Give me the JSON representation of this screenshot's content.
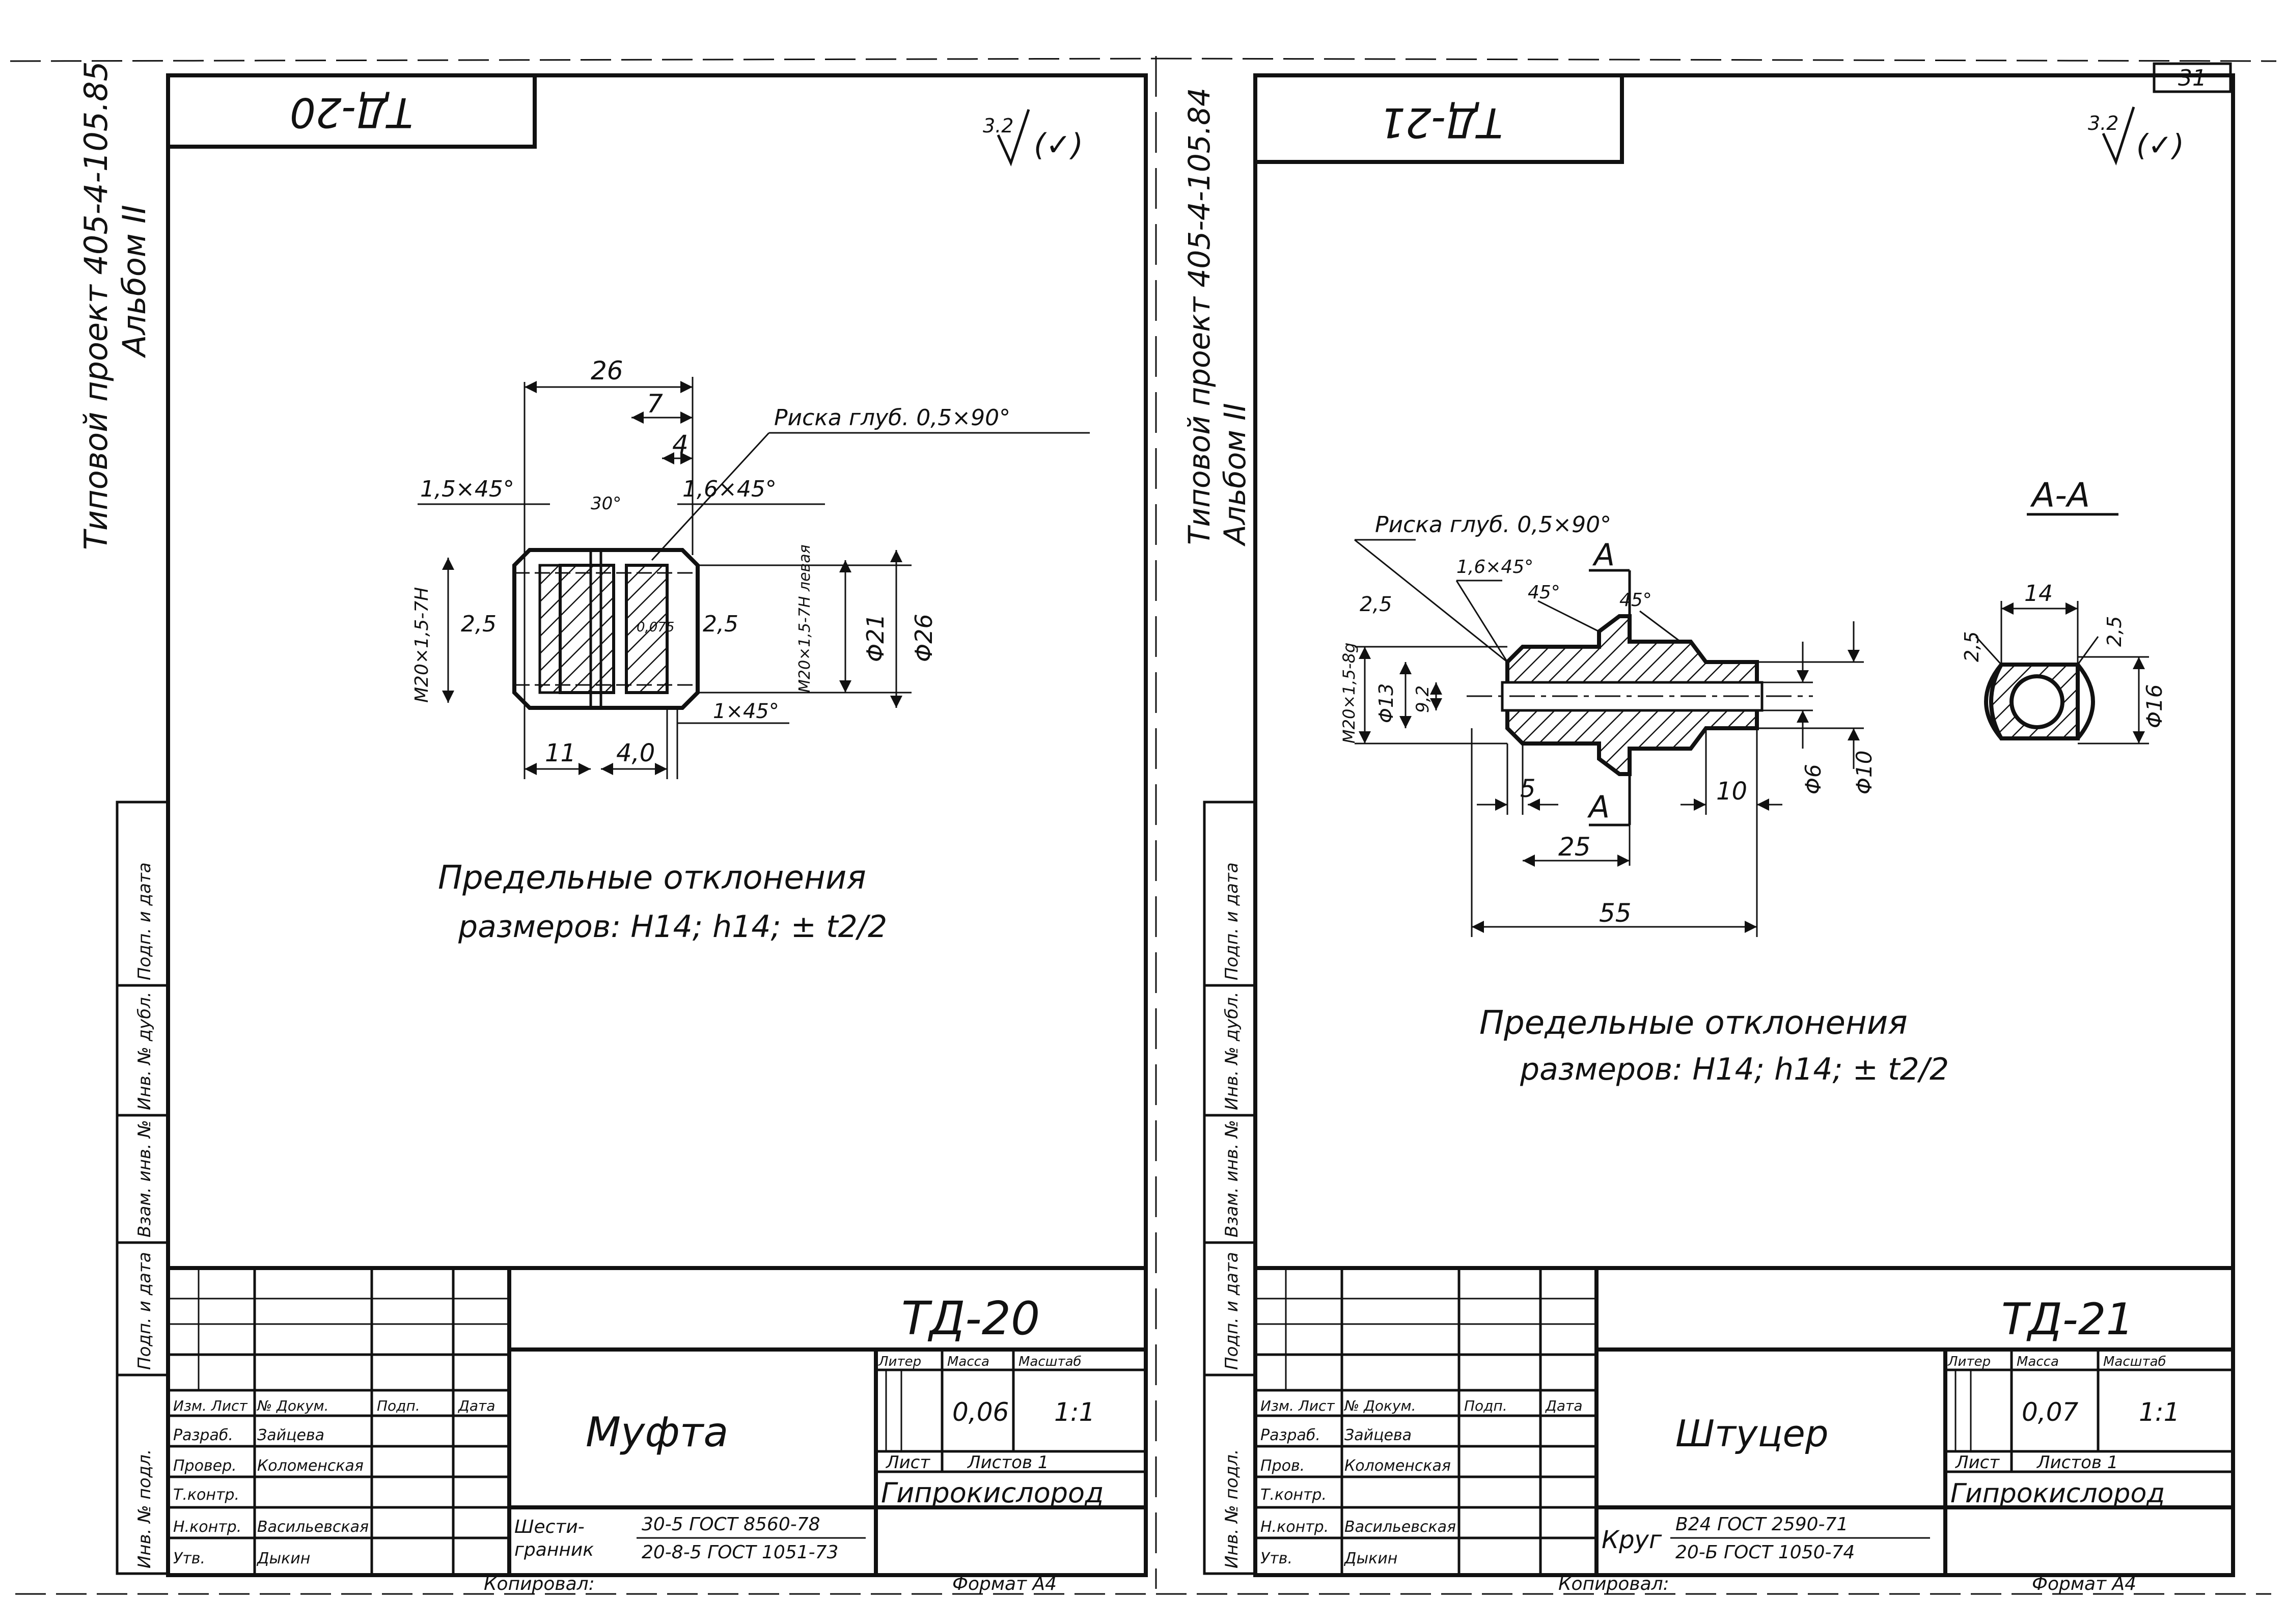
{
  "page_number": "31",
  "left_sheet": {
    "tag_top": "ТД-20",
    "roughness": "3.2",
    "roughness_note": "(✓)",
    "side_text_1": "Типовой проект 405-4-105.85",
    "side_text_2": "Альбом II",
    "dims": {
      "d26": "26",
      "d7": "7",
      "d4": "4",
      "risk": "Риска глуб. 0,5×90°",
      "ch15": "1,5×45°",
      "a30": "30°",
      "ch16": "1,6×45°",
      "thread_left": "М20×1,5-7Н",
      "r25a": "2,5",
      "r25b": "2,5",
      "thread_right": "М20×1,5-7Н левая",
      "dia21": "Φ21",
      "dia26": "Φ26",
      "ch1": "1×45°",
      "d11": "11",
      "d40": "4,0",
      "d075": "0,075"
    },
    "tolerance_line1": "Предельные отклонения",
    "tolerance_line2": "размеров: Н14; h14; ± t2/2",
    "title_block": {
      "designation": "ТД-20",
      "name": "Муфта",
      "lit_h": "Литер",
      "mass_h": "Масса",
      "scale_h": "Масштаб",
      "mass": "0,06",
      "scale": "1:1",
      "sheet_h": "Лист",
      "sheets_h": "Листов 1",
      "org": "Гипрокислород",
      "rows": [
        "Изм. Лист",
        "№ Докум.",
        "Подп.",
        "Дата"
      ],
      "razrab": "Разраб.",
      "razrab_name": "Зайцева",
      "prov": "Провер.",
      "prov_name": "Коломенская",
      "tkontr": "Т.контр.",
      "nkontr": "Н.контр.",
      "nkontr_name": "Васильевская",
      "utv": "Утв.",
      "utv_name": "Дыкин",
      "material_a": "Шести-",
      "material_b": "гранник",
      "material_c": "30-5 ГОСТ 8560-78",
      "material_d": "20-8-5 ГОСТ 1051-73",
      "copy": "Копировал:",
      "format": "Формат А4"
    },
    "stamp_col": [
      "Инв. № подл.",
      "Подп. и дата",
      "Взам. инв. №",
      "Инв. № дубл.",
      "Подп. и дата"
    ]
  },
  "right_sheet": {
    "tag_top": "ТД-21",
    "roughness": "3.2",
    "roughness_note": "(✓)",
    "side_text_1": "Типовой проект 405-4-105.84",
    "side_text_2": "Альбом II",
    "dims": {
      "risk": "Риска глуб. 0,5×90°",
      "ch16": "1,6×45°",
      "a45a": "45°",
      "a45b": "45°",
      "thread": "М20×1,5-8g",
      "r25": "2,5",
      "dia13": "Φ13",
      "d92": "9,2",
      "d5": "5",
      "secA1": "А",
      "secA2": "А",
      "d25": "25",
      "d55": "55",
      "d10": "10",
      "dia6": "Φ6",
      "dia10": "Φ10",
      "sec_title": "А-А",
      "s14": "14",
      "s25a": "2,5",
      "s25b": "2,5",
      "dia16": "Φ16"
    },
    "tolerance_line1": "Предельные отклонения",
    "tolerance_line2": "размеров: Н14; h14; ± t2/2",
    "title_block": {
      "designation": "ТД-21",
      "name": "Штуцер",
      "lit_h": "Литер",
      "mass_h": "Масса",
      "scale_h": "Масштаб",
      "mass": "0,07",
      "scale": "1:1",
      "sheet_h": "Лист",
      "sheets_h": "Листов 1",
      "org": "Гипрокислород",
      "rows": [
        "Изм. Лист",
        "№ Докум.",
        "Подп.",
        "Дата"
      ],
      "razrab": "Разраб.",
      "razrab_name": "Зайцева",
      "prov": "Пров.",
      "prov_name": "Коломенская",
      "tkontr": "Т.контр.",
      "nkontr": "Н.контр.",
      "nkontr_name": "Васильевская",
      "utv": "Утв.",
      "utv_name": "Дыкин",
      "material_a": "Круг",
      "material_c": "В24 ГОСТ 2590-71",
      "material_d": "20-Б ГОСТ 1050-74",
      "copy": "Копировал:",
      "format": "Формат А4"
    },
    "stamp_col": [
      "Инв. № подл.",
      "Подп. и дата",
      "Взам. инв. №",
      "Инв. № дубл.",
      "Подп. и дата"
    ]
  }
}
